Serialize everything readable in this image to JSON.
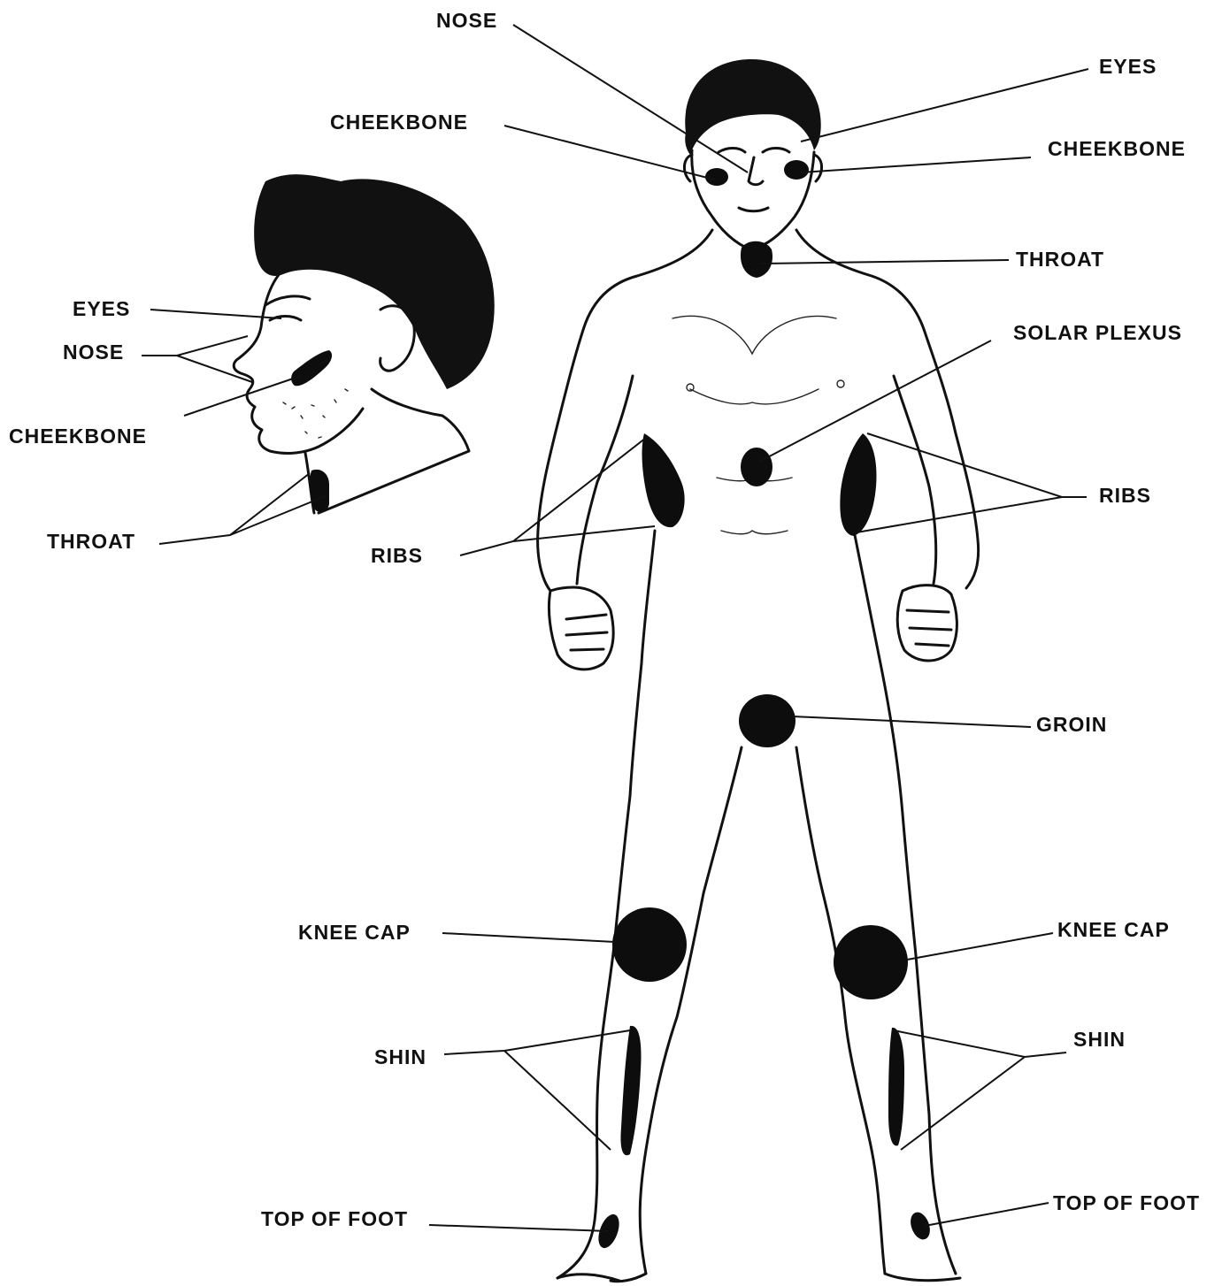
{
  "labels": {
    "top_nose": "NOSE",
    "top_eyes": "EYES",
    "top_cheekbone_left": "CHEEKBONE",
    "top_cheekbone_right": "CHEEKBONE",
    "throat_right": "THROAT",
    "solar_plexus": "SOLAR PLEXUS",
    "ribs_right": "RIBS",
    "ribs_left": "RIBS",
    "groin": "GROIN",
    "knee_cap_left": "KNEE CAP",
    "knee_cap_right": "KNEE CAP",
    "shin_left": "SHIN",
    "shin_right": "SHIN",
    "top_of_foot_left": "TOP OF FOOT",
    "top_of_foot_right": "TOP OF FOOT",
    "profile_eyes": "EYES",
    "profile_nose": "NOSE",
    "profile_cheekbone": "CHEEKBONE",
    "profile_throat": "THROAT"
  }
}
